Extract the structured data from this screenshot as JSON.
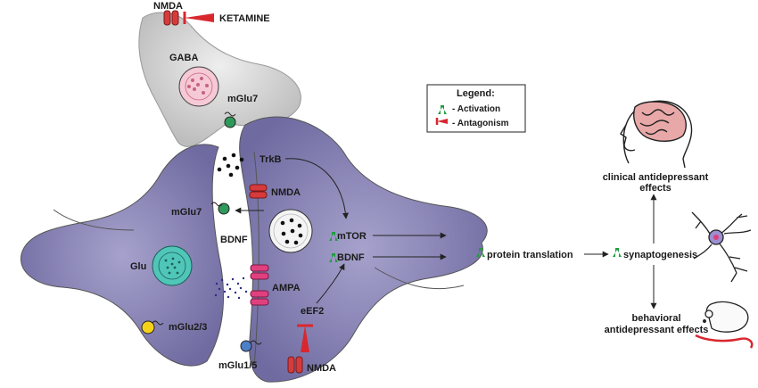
{
  "labels": {
    "nmda_top": "NMDA",
    "ketamine": "KETAMINE",
    "gaba": "GABA",
    "mglu7_top": "mGlu7",
    "trkb": "TrkB",
    "nmda_mid": "NMDA",
    "mglu7_left": "mGlu7",
    "bdnf_left": "BDNF",
    "glu": "Glu",
    "ampa": "AMPA",
    "mglu23": "mGlu2/3",
    "mglu15": "mGlu1/5",
    "eef2": "eEF2",
    "nmda_bottom": "NMDA",
    "mtor": "mTOR",
    "bdnf_right": "BDNF",
    "protein_translation": "protein translation",
    "synaptogenesis": "synaptogenesis",
    "clinical_line1": "clinical antidepressant",
    "clinical_line2": "effects",
    "behavioral_line1": "behavioral",
    "behavioral_line2": "antidepressant effects"
  },
  "legend": {
    "title": "Legend:",
    "activation": "- Activation",
    "antagonism": "- Antagonism"
  },
  "colors": {
    "activation": "#1e9e3e",
    "antagonism": "#d9272e",
    "neuron": "#8a86b6",
    "glia": "#d6d6d6",
    "receptor": "#d63b3b",
    "ampa": "#e0407e",
    "vesicle_glu": "#4fc6b8",
    "vesicle_gaba": "#f2b6c8"
  },
  "icons": [
    "brain-head-icon",
    "neuron-icon",
    "rat-icon",
    "receptor-icon",
    "vesicle-icon"
  ]
}
